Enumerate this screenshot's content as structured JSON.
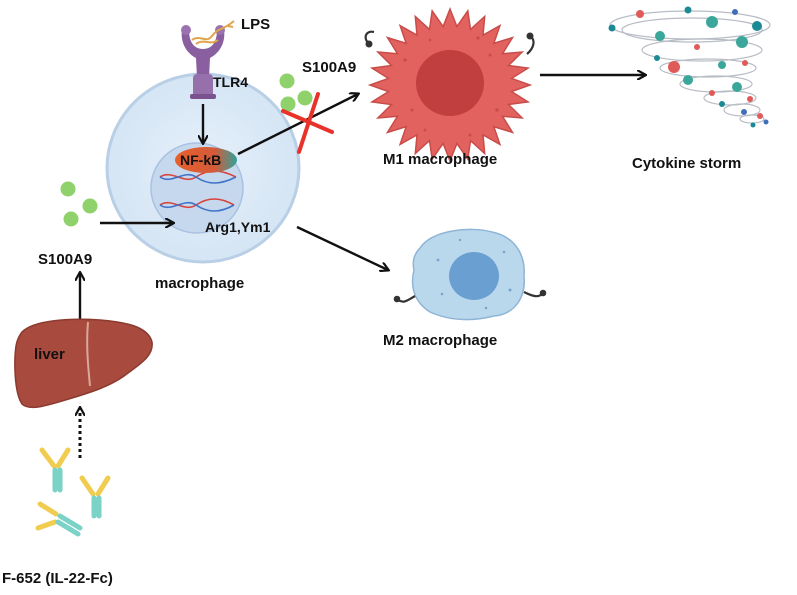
{
  "labels": {
    "lps": "LPS",
    "tlr4": "TLR4",
    "nfkb": "NF-kB",
    "arg1_ym1": "Arg1,Ym1",
    "s100a9_top": "S100A9",
    "m1": "M1 macrophage",
    "cytokine_storm": "Cytokine storm",
    "s100a9_left": "S100A9",
    "macrophage": "macrophage",
    "m2": "M2 macrophage",
    "liver": "liver",
    "drug": "F-652 (IL-22-Fc)"
  },
  "colors": {
    "cell_membrane": "#c9dcee",
    "cell_cytoplasm": "#dce9f6",
    "nucleus": "#c0d3ec",
    "s100a9_ball": "#8fd16a",
    "m1_body": "#e2625f",
    "m1_nucleus": "#c23f40",
    "m2_body": "#b9d8ec",
    "m2_nucleus": "#6a9fd1",
    "liver": "#a84a3e",
    "receptor": "#8a5fa0",
    "inhibit_cross": "#e8322a",
    "antibody_arm": "#f0cc4f",
    "antibody_stem": "#7bd2c6"
  }
}
